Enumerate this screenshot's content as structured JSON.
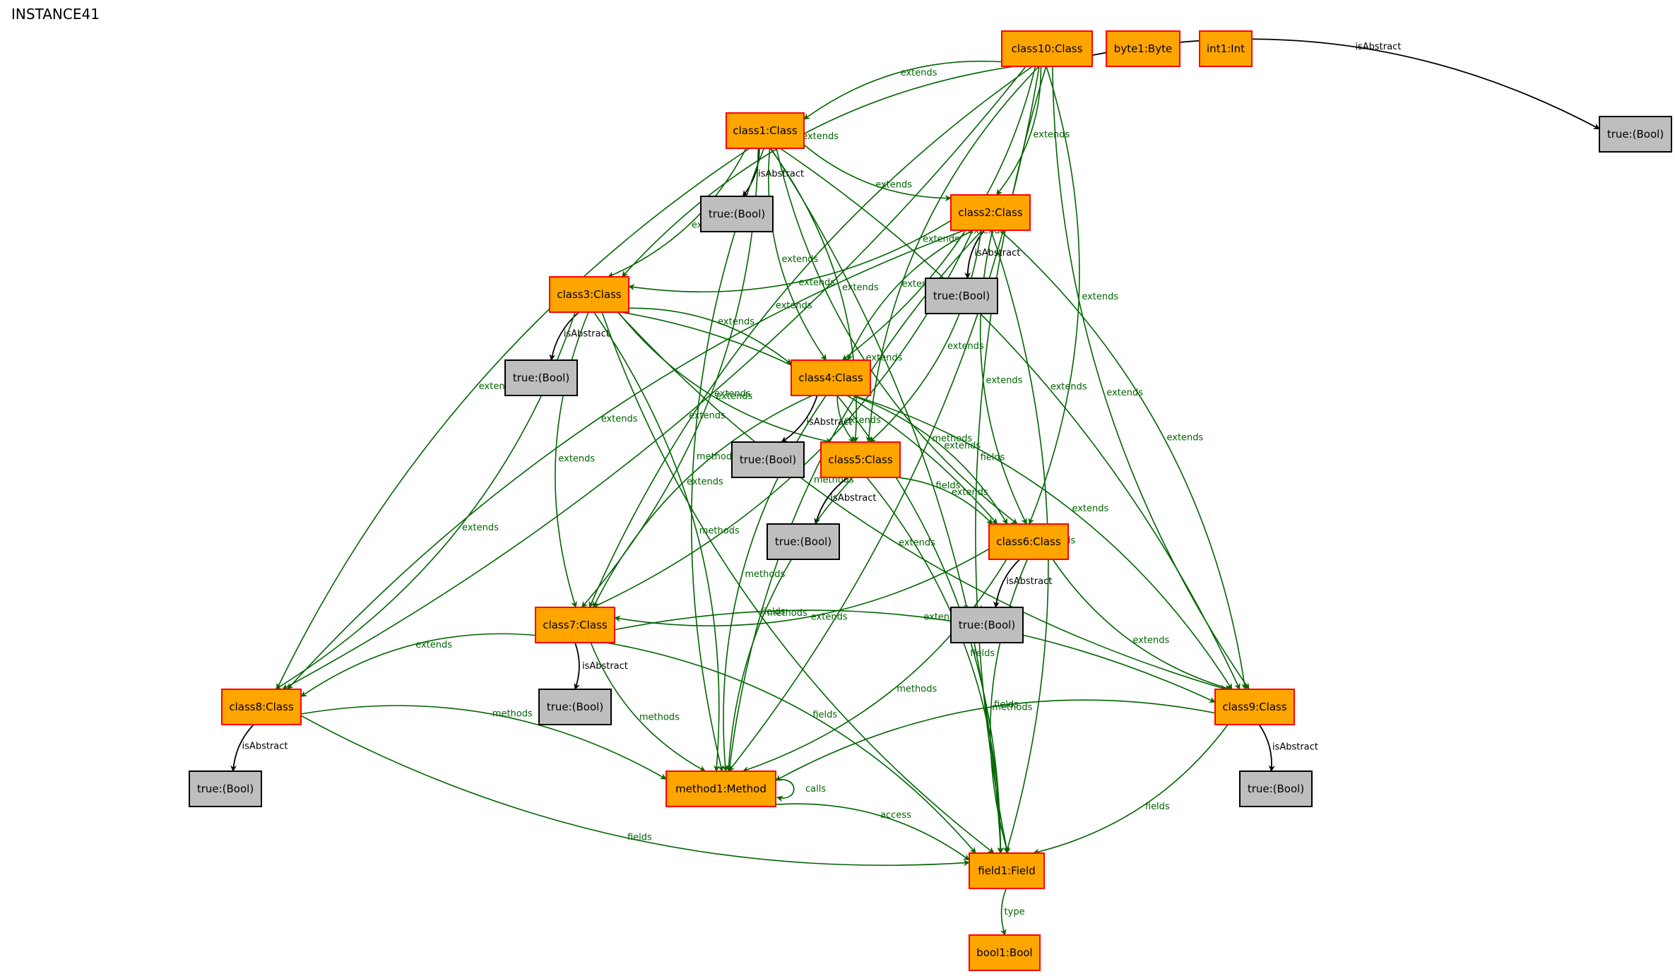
{
  "title": "INSTANCE41",
  "colors": {
    "object_fill": "#ffa500",
    "object_border": "#ff0000",
    "value_fill": "#bebebe",
    "value_border": "#000000",
    "edge_green": "#006400",
    "edge_black": "#000000"
  },
  "nodes": [
    {
      "id": "class10",
      "label": "class10:Class",
      "kind": "object"
    },
    {
      "id": "byte1",
      "label": "byte1:Byte",
      "kind": "object"
    },
    {
      "id": "int1",
      "label": "int1:Int",
      "kind": "object"
    },
    {
      "id": "t10",
      "label": "true:(Bool)",
      "kind": "value"
    },
    {
      "id": "class1",
      "label": "class1:Class",
      "kind": "object"
    },
    {
      "id": "t1",
      "label": "true:(Bool)",
      "kind": "value"
    },
    {
      "id": "class2",
      "label": "class2:Class",
      "kind": "object"
    },
    {
      "id": "t2",
      "label": "true:(Bool)",
      "kind": "value"
    },
    {
      "id": "class3",
      "label": "class3:Class",
      "kind": "object"
    },
    {
      "id": "t3",
      "label": "true:(Bool)",
      "kind": "value"
    },
    {
      "id": "class4",
      "label": "class4:Class",
      "kind": "object"
    },
    {
      "id": "t4",
      "label": "true:(Bool)",
      "kind": "value"
    },
    {
      "id": "class5",
      "label": "class5:Class",
      "kind": "object"
    },
    {
      "id": "t5",
      "label": "true:(Bool)",
      "kind": "value"
    },
    {
      "id": "class6",
      "label": "class6:Class",
      "kind": "object"
    },
    {
      "id": "t6",
      "label": "true:(Bool)",
      "kind": "value"
    },
    {
      "id": "class7",
      "label": "class7:Class",
      "kind": "object"
    },
    {
      "id": "t7",
      "label": "true:(Bool)",
      "kind": "value"
    },
    {
      "id": "class8",
      "label": "class8:Class",
      "kind": "object"
    },
    {
      "id": "t8",
      "label": "true:(Bool)",
      "kind": "value"
    },
    {
      "id": "class9",
      "label": "class9:Class",
      "kind": "object"
    },
    {
      "id": "t9",
      "label": "true:(Bool)",
      "kind": "value"
    },
    {
      "id": "method1",
      "label": "method1:Method",
      "kind": "object"
    },
    {
      "id": "field1",
      "label": "field1:Field",
      "kind": "object"
    },
    {
      "id": "bool1",
      "label": "bool1:Bool",
      "kind": "object"
    }
  ],
  "edges": [
    {
      "from": "class10",
      "to": "t10",
      "label": "isAbstract",
      "color": "black"
    },
    {
      "from": "class10",
      "to": "class1",
      "label": "extends",
      "color": "green"
    },
    {
      "from": "class10",
      "to": "class2",
      "label": "extends",
      "color": "green"
    },
    {
      "from": "class10",
      "to": "class3",
      "label": "extends",
      "color": "green"
    },
    {
      "from": "class10",
      "to": "class4",
      "label": "extends",
      "color": "green"
    },
    {
      "from": "class10",
      "to": "class5",
      "label": "extends",
      "color": "green"
    },
    {
      "from": "class10",
      "to": "class6",
      "label": "extends",
      "color": "green"
    },
    {
      "from": "class10",
      "to": "class7",
      "label": "extends",
      "color": "green"
    },
    {
      "from": "class10",
      "to": "class8",
      "label": "extends",
      "color": "green"
    },
    {
      "from": "class10",
      "to": "class9",
      "label": "extends",
      "color": "green"
    },
    {
      "from": "class10",
      "to": "method1",
      "label": "methods",
      "color": "green"
    },
    {
      "from": "class10",
      "to": "field1",
      "label": "fields",
      "color": "green"
    },
    {
      "from": "class1",
      "to": "t1",
      "label": "isAbstract",
      "color": "black"
    },
    {
      "from": "class1",
      "to": "class2",
      "label": "extends",
      "color": "green"
    },
    {
      "from": "class1",
      "to": "class3",
      "label": "extends",
      "color": "green"
    },
    {
      "from": "class1",
      "to": "class4",
      "label": "extends",
      "color": "green"
    },
    {
      "from": "class1",
      "to": "class5",
      "label": "extends",
      "color": "green"
    },
    {
      "from": "class1",
      "to": "class6",
      "label": "extends",
      "color": "green"
    },
    {
      "from": "class1",
      "to": "class7",
      "label": "extends",
      "color": "green"
    },
    {
      "from": "class1",
      "to": "class8",
      "label": "extends",
      "color": "green"
    },
    {
      "from": "class1",
      "to": "class9",
      "label": "extends",
      "color": "green"
    },
    {
      "from": "class1",
      "to": "method1",
      "label": "methods",
      "color": "green"
    },
    {
      "from": "class1",
      "to": "field1",
      "label": "fields",
      "color": "green"
    },
    {
      "from": "class2",
      "to": "t2",
      "label": "isAbstract",
      "color": "black"
    },
    {
      "from": "class2",
      "to": "class3",
      "label": "extends",
      "color": "green"
    },
    {
      "from": "class2",
      "to": "class4",
      "label": "extends",
      "color": "green"
    },
    {
      "from": "class2",
      "to": "class5",
      "label": "extends",
      "color": "green"
    },
    {
      "from": "class2",
      "to": "class6",
      "label": "extends",
      "color": "green"
    },
    {
      "from": "class2",
      "to": "class7",
      "label": "extends",
      "color": "green"
    },
    {
      "from": "class2",
      "to": "class8",
      "label": "extends",
      "color": "green"
    },
    {
      "from": "class2",
      "to": "class9",
      "label": "extends",
      "color": "green"
    },
    {
      "from": "class2",
      "to": "method1",
      "label": "methods",
      "color": "green"
    },
    {
      "from": "class2",
      "to": "field1",
      "label": "fields",
      "color": "green"
    },
    {
      "from": "class3",
      "to": "t3",
      "label": "isAbstract",
      "color": "black"
    },
    {
      "from": "class3",
      "to": "class4",
      "label": "extends",
      "color": "green"
    },
    {
      "from": "class3",
      "to": "class5",
      "label": "extends",
      "color": "green"
    },
    {
      "from": "class3",
      "to": "class6",
      "label": "extends",
      "color": "green"
    },
    {
      "from": "class3",
      "to": "class7",
      "label": "extends",
      "color": "green"
    },
    {
      "from": "class3",
      "to": "class8",
      "label": "extends",
      "color": "green"
    },
    {
      "from": "class3",
      "to": "class9",
      "label": "extends",
      "color": "green"
    },
    {
      "from": "class3",
      "to": "method1",
      "label": "methods",
      "color": "green"
    },
    {
      "from": "class3",
      "to": "field1",
      "label": "fields",
      "color": "green"
    },
    {
      "from": "class4",
      "to": "t4",
      "label": "isAbstract",
      "color": "black"
    },
    {
      "from": "class4",
      "to": "class5",
      "label": "extends",
      "color": "green"
    },
    {
      "from": "class4",
      "to": "class6",
      "label": "extends",
      "color": "green"
    },
    {
      "from": "class4",
      "to": "class7",
      "label": "extends",
      "color": "green"
    },
    {
      "from": "class4",
      "to": "class9",
      "label": "extends",
      "color": "green"
    },
    {
      "from": "class4",
      "to": "method1",
      "label": "methods",
      "color": "green"
    },
    {
      "from": "class4",
      "to": "field1",
      "label": "fields",
      "color": "green"
    },
    {
      "from": "class5",
      "to": "t5",
      "label": "isAbstract",
      "color": "black"
    },
    {
      "from": "class5",
      "to": "class6",
      "label": "extends",
      "color": "green"
    },
    {
      "from": "class5",
      "to": "method1",
      "label": "methods",
      "color": "green"
    },
    {
      "from": "class5",
      "to": "field1",
      "label": "fields",
      "color": "green"
    },
    {
      "from": "class6",
      "to": "t6",
      "label": "isAbstract",
      "color": "black"
    },
    {
      "from": "class6",
      "to": "class7",
      "label": "extends",
      "color": "green"
    },
    {
      "from": "class6",
      "to": "class9",
      "label": "extends",
      "color": "green"
    },
    {
      "from": "class6",
      "to": "method1",
      "label": "methods",
      "color": "green"
    },
    {
      "from": "class6",
      "to": "field1",
      "label": "fields",
      "color": "green"
    },
    {
      "from": "class7",
      "to": "t7",
      "label": "isAbstract",
      "color": "black"
    },
    {
      "from": "class7",
      "to": "class8",
      "label": "extends",
      "color": "green"
    },
    {
      "from": "class7",
      "to": "class9",
      "label": "extends",
      "color": "green"
    },
    {
      "from": "class7",
      "to": "method1",
      "label": "methods",
      "color": "green"
    },
    {
      "from": "class7",
      "to": "field1",
      "label": "fields",
      "color": "green"
    },
    {
      "from": "class8",
      "to": "t8",
      "label": "isAbstract",
      "color": "black"
    },
    {
      "from": "class8",
      "to": "method1",
      "label": "methods",
      "color": "green"
    },
    {
      "from": "class8",
      "to": "field1",
      "label": "fields",
      "color": "green"
    },
    {
      "from": "class9",
      "to": "t9",
      "label": "isAbstract",
      "color": "black"
    },
    {
      "from": "class9",
      "to": "method1",
      "label": "methods",
      "color": "green"
    },
    {
      "from": "class9",
      "to": "field1",
      "label": "fields",
      "color": "green"
    },
    {
      "from": "method1",
      "to": "method1",
      "label": "calls",
      "color": "green"
    },
    {
      "from": "method1",
      "to": "field1",
      "label": "access",
      "color": "green"
    },
    {
      "from": "field1",
      "to": "bool1",
      "label": "type",
      "color": "green"
    }
  ]
}
